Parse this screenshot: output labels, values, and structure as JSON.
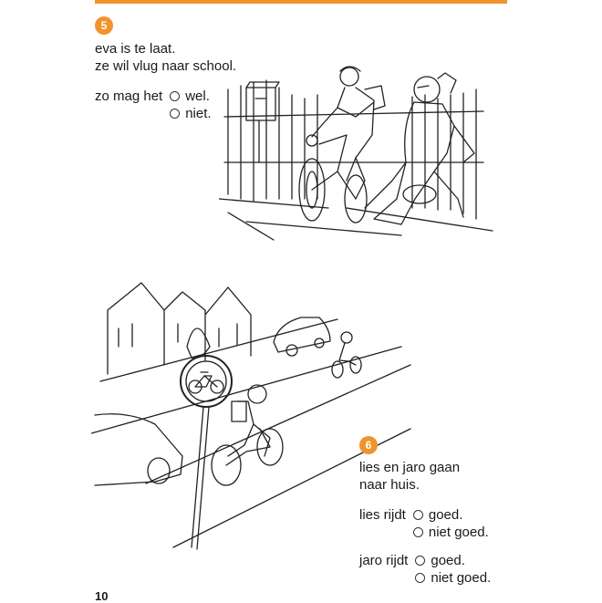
{
  "exercise5": {
    "number": "5",
    "line1": "eva is te laat.",
    "line2": "ze wil vlug naar school.",
    "question": "zo mag het",
    "options": [
      "wel.",
      "niet."
    ]
  },
  "exercise6": {
    "number": "6",
    "line1": "lies en jaro gaan",
    "line2": "naar huis.",
    "q1": {
      "label": "lies rijdt",
      "options": [
        "goed.",
        "niet goed."
      ]
    },
    "q2": {
      "label": "jaro rijdt",
      "options": [
        "goed.",
        "niet goed."
      ]
    }
  },
  "page_number": "10",
  "colors": {
    "accent": "#f0932e",
    "ink": "#1a1a1a"
  },
  "icons": {
    "cycle_sign": "bicycle-road-sign-icon"
  }
}
